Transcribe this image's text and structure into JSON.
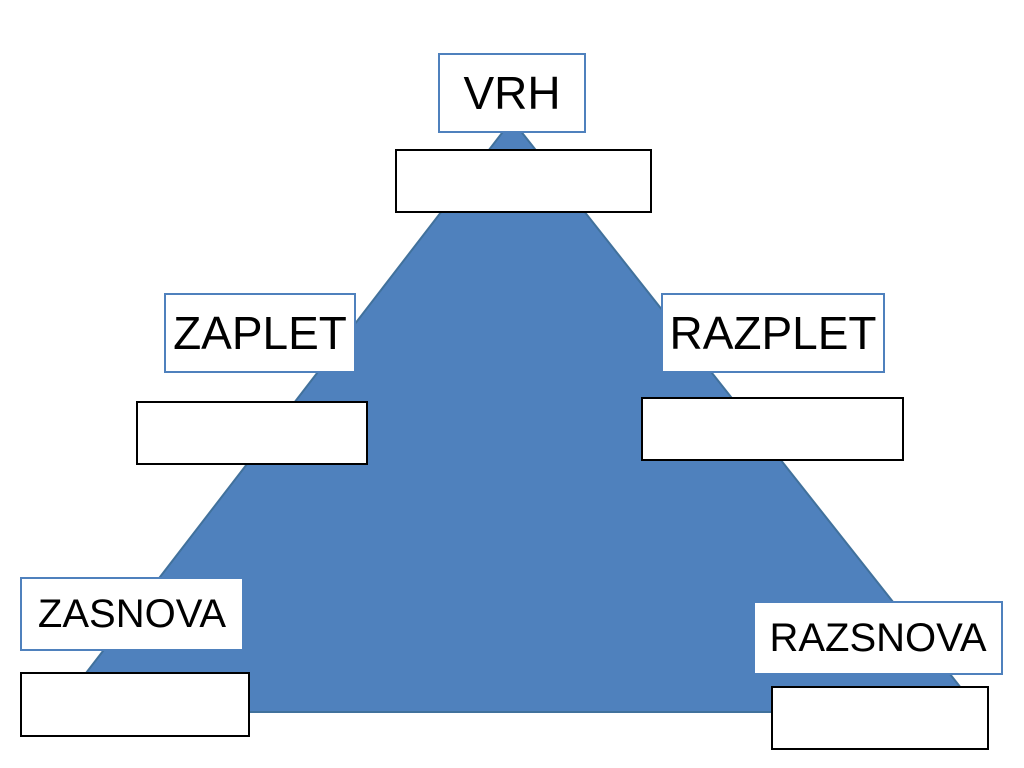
{
  "colors": {
    "pyramid_fill": "#4f81bd",
    "pyramid_stroke": "#41719c",
    "label_border": "#4f81bd",
    "blank_border": "#000000",
    "background": "#ffffff"
  },
  "labels": {
    "top": "VRH",
    "upper_left": "ZAPLET",
    "upper_right": "RAZPLET",
    "bottom_left": "ZASNOVA",
    "bottom_right": "RAZSNOVA"
  },
  "blanks": {
    "top": "",
    "upper_left": "",
    "upper_right": "",
    "bottom_left": "",
    "bottom_right": ""
  }
}
